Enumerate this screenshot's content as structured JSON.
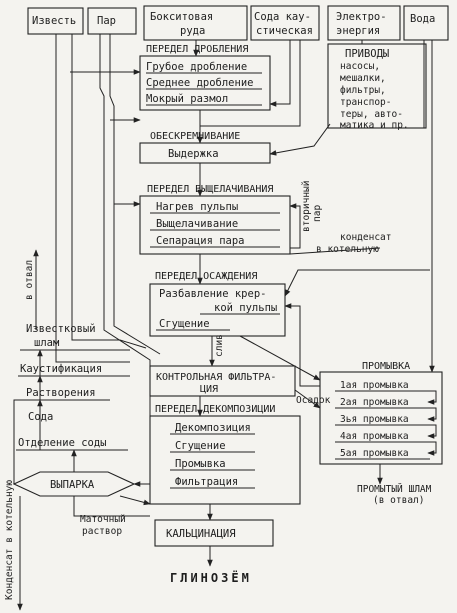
{
  "top_inputs": {
    "lime": "Известь",
    "steam": "Пар",
    "bauxite_1": "Бокситовая",
    "bauxite_2": "руда",
    "soda_1": "Сода кау-",
    "soda_2": "стическая",
    "power_1": "Электро-",
    "power_2": "энергия",
    "water": "Вода"
  },
  "drives": {
    "title": "ПРИВОДЫ",
    "lines": [
      "насосы,",
      "мешалки,",
      "фильтры,",
      "транспор-",
      "теры, авто-",
      "матика и пр."
    ]
  },
  "crushing": {
    "header": "ПЕРЕДЕЛ ДРОБЛЕНИЯ",
    "items": [
      "Грубое дробление",
      "Среднее дробление",
      "Мокрый размол"
    ]
  },
  "desilication": {
    "header": "ОБЕСКРЕМНИВАНИЕ",
    "item": "Выдержка"
  },
  "leaching": {
    "header": "ПЕРЕДЕЛ ВЫЩЕЛАЧИВАНИЯ",
    "items": [
      "Нагрев пульпы",
      "Выщелачивание",
      "Сепарация пара"
    ],
    "secondary_steam_1": "вторичный",
    "secondary_steam_2": "пар",
    "condensate_1": "конденсат",
    "condensate_2": "в котельную"
  },
  "settling": {
    "header": "ПЕРЕДЕЛ ОСАЖДЕНИЯ",
    "items": [
      "Разбавление крep-",
      "кой пульпы",
      "Сгущение"
    ],
    "overflow": "слив"
  },
  "control_filtration": {
    "line_1": "КОНТРОЛЬНАЯ ФИЛЬТРА-",
    "line_2": "ЦИЯ"
  },
  "sediment": "Осадок",
  "washing": {
    "header": "ПРОМЫВКА",
    "items": [
      "1ая промывка",
      "2ая промывка",
      "3ья промывка",
      "4ая промывка",
      "5ая промывка"
    ]
  },
  "washed_sludge_1": "ПРОМЫТЫЙ ШЛАМ",
  "washed_sludge_2": "(в отвал)",
  "decomposition": {
    "header": "ПЕРЕДЕЛ ДЕКОМПОЗИЦИИ",
    "items": [
      "Декомпозиция",
      "Сгущение",
      "Промывка",
      "Фильтрация"
    ]
  },
  "left_chain": {
    "to_dump": "в отвал",
    "lime_sludge_1": "Известковый",
    "lime_sludge_2": "шлам",
    "causticization": "Каустификация",
    "dissolution": "Растворения",
    "soda": "Сода",
    "soda_separation": "Отделение соды"
  },
  "evaporation": "ВЫПАРКА",
  "condensate_boiler": "Конденсат в котельную",
  "mother_liquor_1": "Маточный",
  "mother_liquor_2": "раствор",
  "calcination": "КАЛЬЦИНАЦИЯ",
  "product": "ГЛИНОЗЁМ"
}
